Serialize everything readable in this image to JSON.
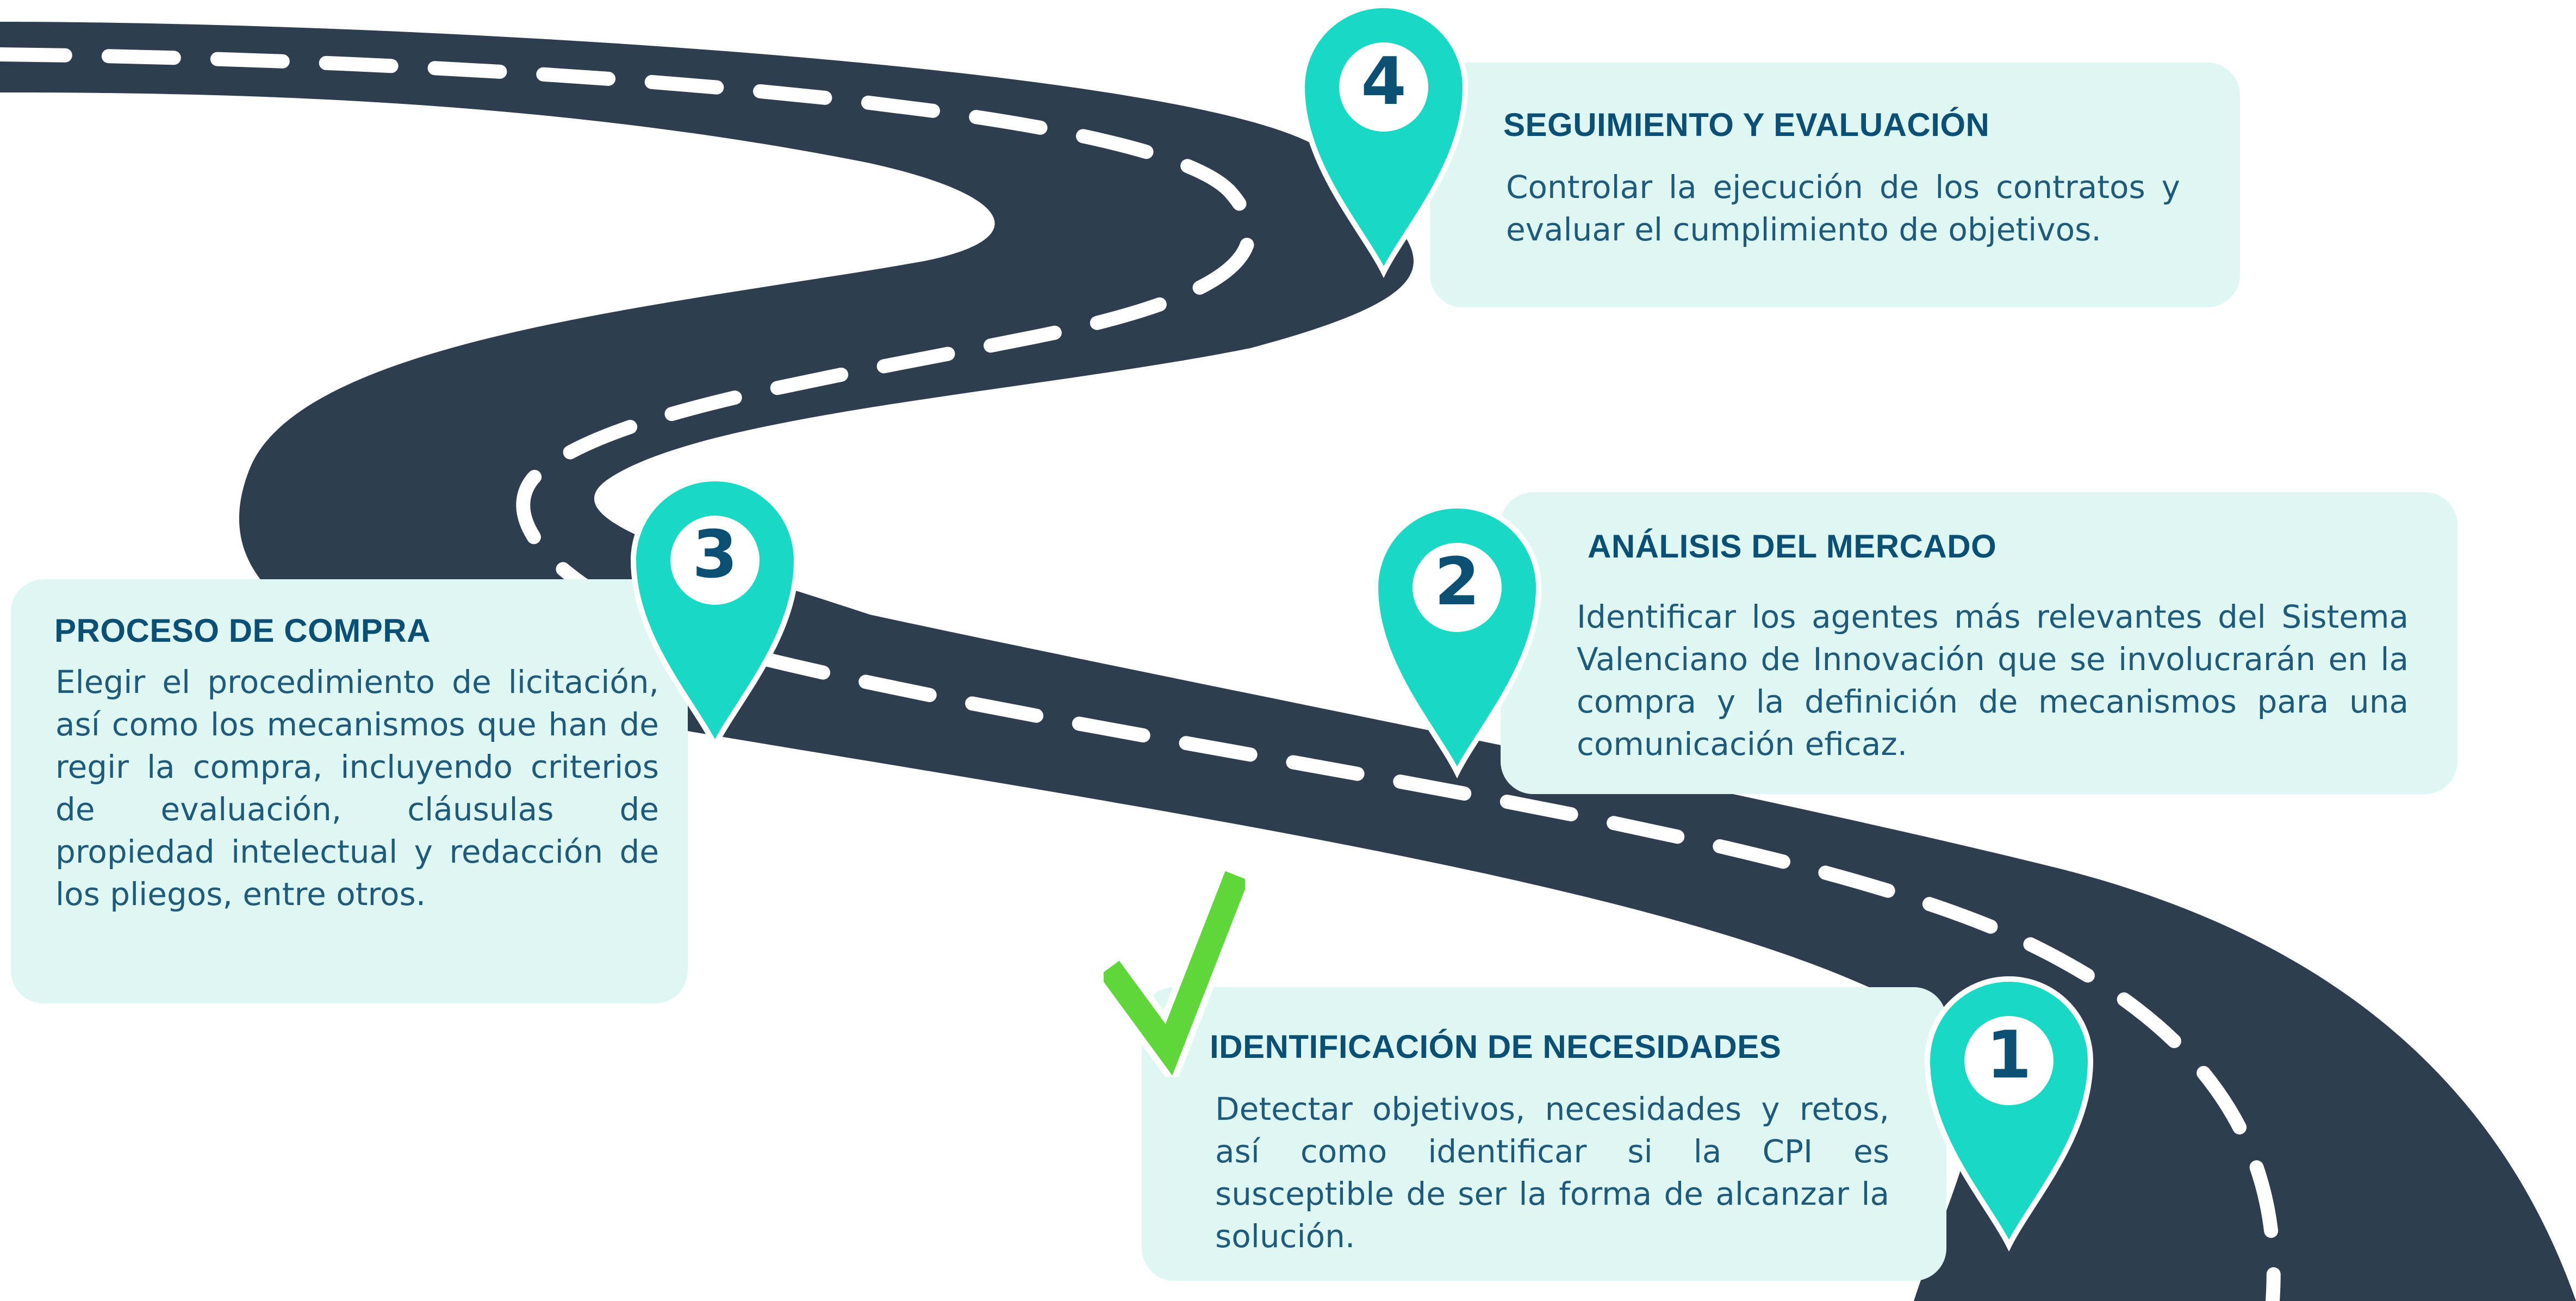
{
  "colors": {
    "road": "#2e3d4f",
    "road_dash": "#ffffff",
    "pin": "#19d9c4",
    "pin_outline": "#ffffff",
    "card_bg": "#dff7f3",
    "title": "#0b4f74",
    "text": "#1f5a7a",
    "check": "#5fd63a"
  },
  "steps": [
    {
      "number": "1",
      "title": "IDENTIFICACIÓN DE NECESIDADES",
      "text": "Detectar objetivos, necesidades y retos, así como identificar si la CPI es susceptible de ser la forma de alcanzar la solución.",
      "completed_icon": "check-icon"
    },
    {
      "number": "2",
      "title": "ANÁLISIS DEL MERCADO",
      "text": "Identificar los agentes más relevantes del Sistema Valenciano de Innovación que se involucrarán en la compra y la definición de mecanismos para una comunicación eficaz."
    },
    {
      "number": "3",
      "title": "PROCESO DE COMPRA",
      "text": "Elegir el procedimiento de licitación, así como los mecanismos que han de regir la compra, incluyendo criterios de evaluación, cláusulas de propiedad intelectual y redacción de los pliegos, entre otros."
    },
    {
      "number": "4",
      "title": "SEGUIMIENTO Y EVALUACIÓN",
      "text": "Controlar la ejecución de los contratos y evaluar el cumplimiento de objetivos."
    }
  ]
}
